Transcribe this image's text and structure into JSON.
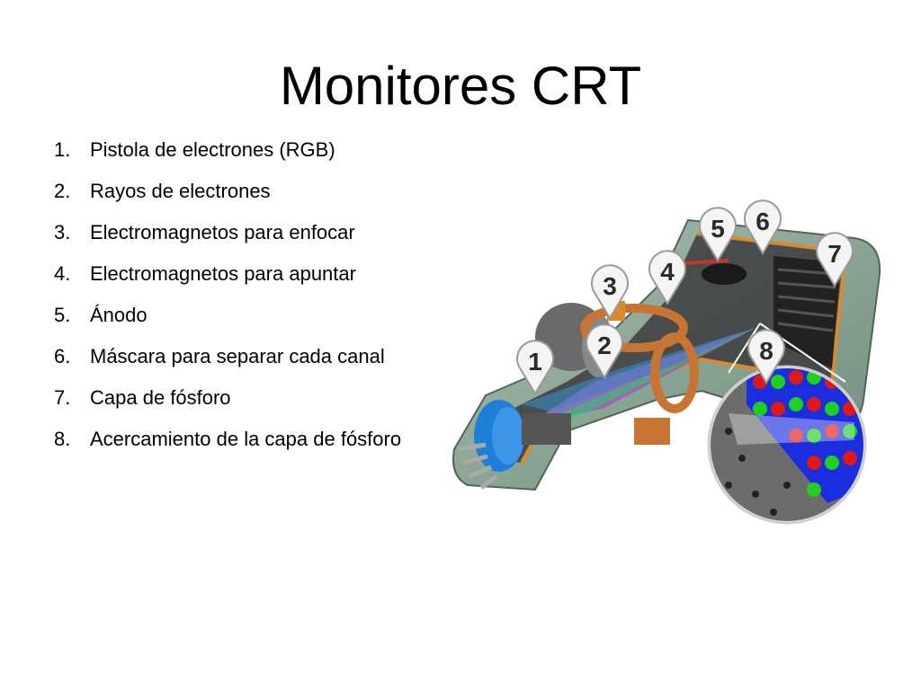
{
  "slide": {
    "title": "Monitores CRT",
    "items": [
      {
        "n": "1.",
        "text": "Pistola de electrones (RGB)"
      },
      {
        "n": "2.",
        "text": "Rayos de electrones"
      },
      {
        "n": "3.",
        "text": "Electromagnetos para enfocar"
      },
      {
        "n": "4.",
        "text": "Electromagnetos para apuntar"
      },
      {
        "n": "5.",
        "text": "Ánodo"
      },
      {
        "n": "6.",
        "text": "Máscara para separar cada canal"
      },
      {
        "n": "7.",
        "text": "Capa de fósforo"
      },
      {
        "n": "8.",
        "text": "Acercamiento de la capa de fósforo"
      }
    ]
  },
  "diagram": {
    "markers": [
      "1",
      "2",
      "3",
      "4",
      "5",
      "6",
      "7",
      "8"
    ],
    "colors": {
      "tube_glass": "#7c9a88",
      "copper": "#c87533",
      "gun_blue": "#1e7fd6",
      "phosphor_red": "#e01818",
      "phosphor_green": "#1fd01f",
      "phosphor_blue": "#1a2ee0"
    }
  }
}
